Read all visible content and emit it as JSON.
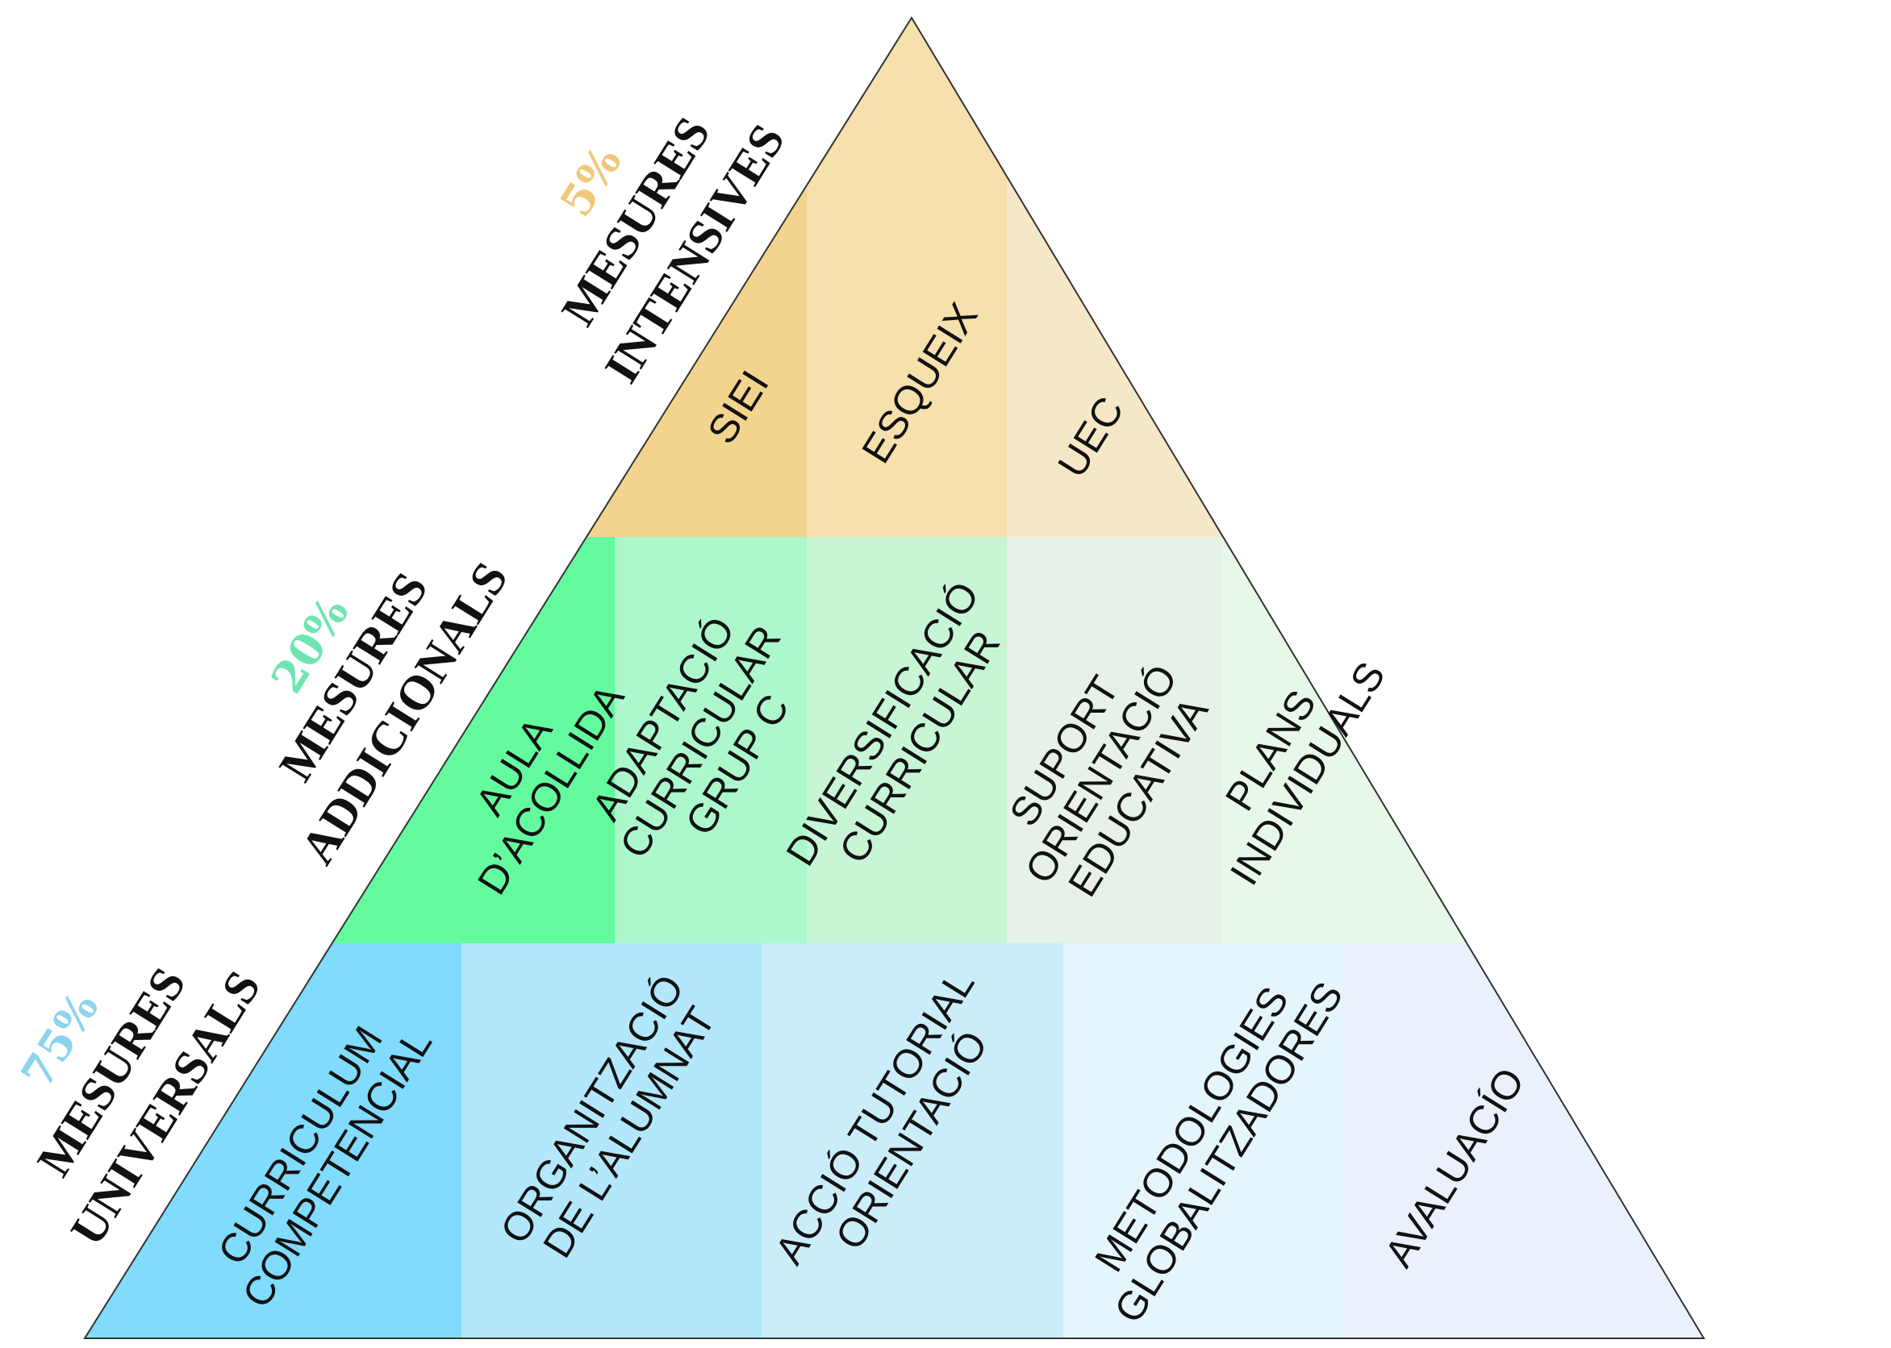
{
  "tiers": [
    {
      "id": "intensive",
      "percent": "5%",
      "percent_color": "#f0c87a",
      "title_line1": "MESURES",
      "title_line2": "INTENSIVES",
      "cells": [
        {
          "lines": [
            "SIEI"
          ],
          "color": "#f2d48e"
        },
        {
          "lines": [
            "ESQUEIX"
          ],
          "color": "#f6e0ab"
        },
        {
          "lines": [
            "UEC"
          ],
          "color": "#f6e8c6"
        }
      ]
    },
    {
      "id": "additional",
      "percent": "20%",
      "percent_color": "#6ee5b0",
      "title_line1": "MESURES",
      "title_line2": "ADDICIONALS",
      "cells": [
        {
          "lines": [
            "AULA",
            "D’ACOLLIDA"
          ],
          "color": "#64fb9f"
        },
        {
          "lines": [
            "ADAPTACIÓ",
            "CURRICULAR",
            "GRUP C"
          ],
          "color": "#acf7cc"
        },
        {
          "lines": [
            "DIVERSIFICACIÓ",
            "CURRICULAR"
          ],
          "color": "#c7f5d6"
        },
        {
          "lines": [
            "SUPORT",
            "ORIENTACIÓ",
            "EDUCATIVA"
          ],
          "color": "#e6f1e8"
        },
        {
          "lines": [
            "PLANS",
            "INDIVIDUALS"
          ],
          "color": "#e7f7e8"
        }
      ]
    },
    {
      "id": "universal",
      "percent": "75%",
      "percent_color": "#8ad4ee",
      "title_line1": "MESURES",
      "title_line2": "UNIVERSALS",
      "cells": [
        {
          "lines": [
            "CURRICULUM",
            "COMPETENCIAL"
          ],
          "color": "#80dbfc"
        },
        {
          "lines": [
            "ORGANITZACIÓ",
            "DE L’ALUMNAT"
          ],
          "color": "#b3e7fb"
        },
        {
          "lines": [
            "ACCIÓ TUTORIAL",
            "ORIENTACIÓ"
          ],
          "color": "#cbedfa"
        },
        {
          "lines": [
            "METODOLOGIES",
            "GLOBALITZADORES"
          ],
          "color": "#e4f5fc"
        },
        {
          "lines": [
            "AVALUACÍO"
          ],
          "color": "#eaf1fd"
        }
      ]
    }
  ]
}
